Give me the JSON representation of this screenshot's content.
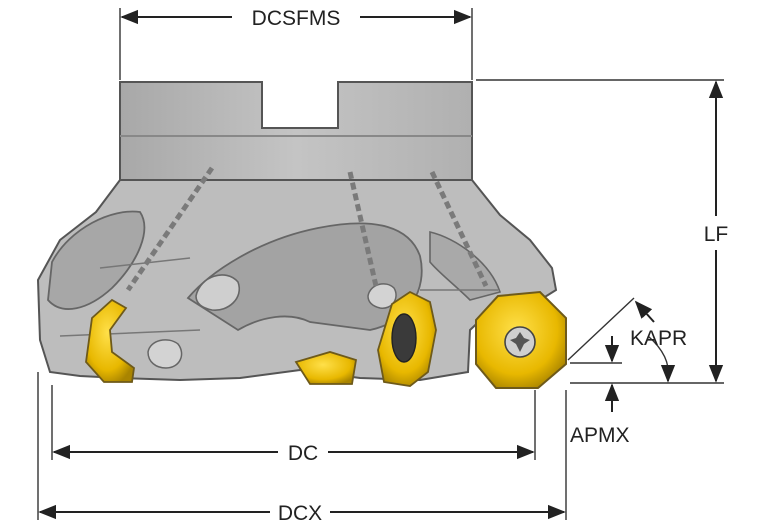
{
  "dimensions": {
    "dcsfms": "DCSFMS",
    "lf": "LF",
    "kapr": "KAPR",
    "dc": "DC",
    "apmx": "APMX",
    "dcx": "DCX"
  },
  "colors": {
    "body_gray": "#b9b9b9",
    "body_shadow": "#8e8e8e",
    "outline": "#555555",
    "insert_gold": "#e8b800",
    "insert_dark": "#6e5a1a",
    "dim_line": "#222222",
    "background": "#ffffff"
  }
}
